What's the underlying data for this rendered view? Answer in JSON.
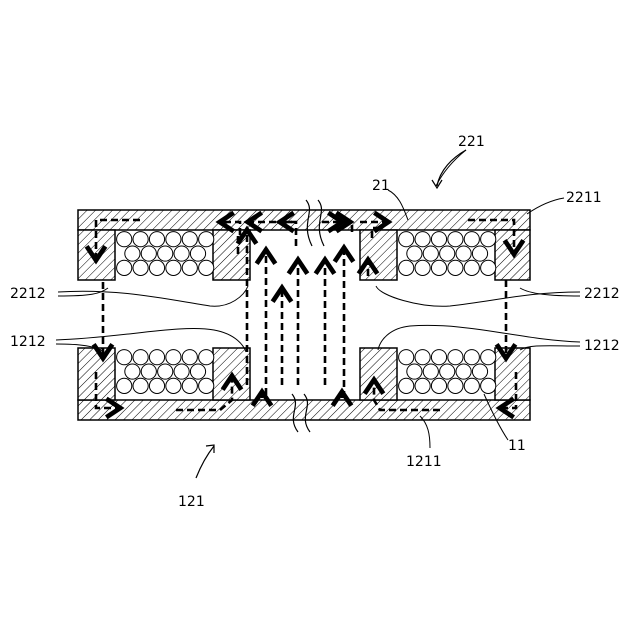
{
  "labels": {
    "upper_assembly": "221",
    "upper_plate": "2211",
    "upper_flow_path": "21",
    "upper_holder_left": "2212",
    "upper_holder_right": "2212",
    "lower_holder_left": "1212",
    "lower_holder_right": "1212",
    "lower_plate": "1211",
    "lower_particles": "11",
    "lower_assembly": "121"
  }
}
